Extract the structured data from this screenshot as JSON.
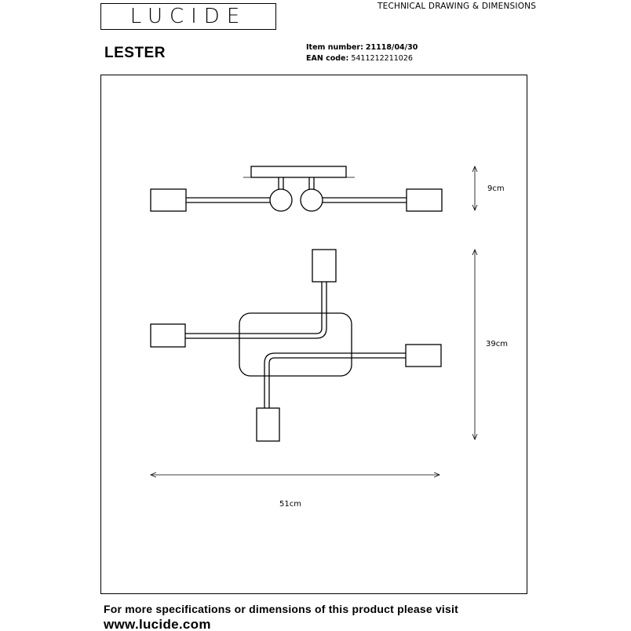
{
  "header": {
    "logo_text": "LUCIDE",
    "doc_heading": "TECHNICAL DRAWING & DIMENSIONS"
  },
  "product": {
    "name": "LESTER",
    "item_number_label": "Item number:",
    "item_number": "21118/04/30",
    "ean_label": "EAN code:",
    "ean_code": "5411212211026"
  },
  "dimensions": {
    "height": "9cm",
    "depth": "39cm",
    "width": "51cm"
  },
  "footer": {
    "line1": "For more specifications or dimensions of this product please visit",
    "url": "www.lucide.com"
  }
}
